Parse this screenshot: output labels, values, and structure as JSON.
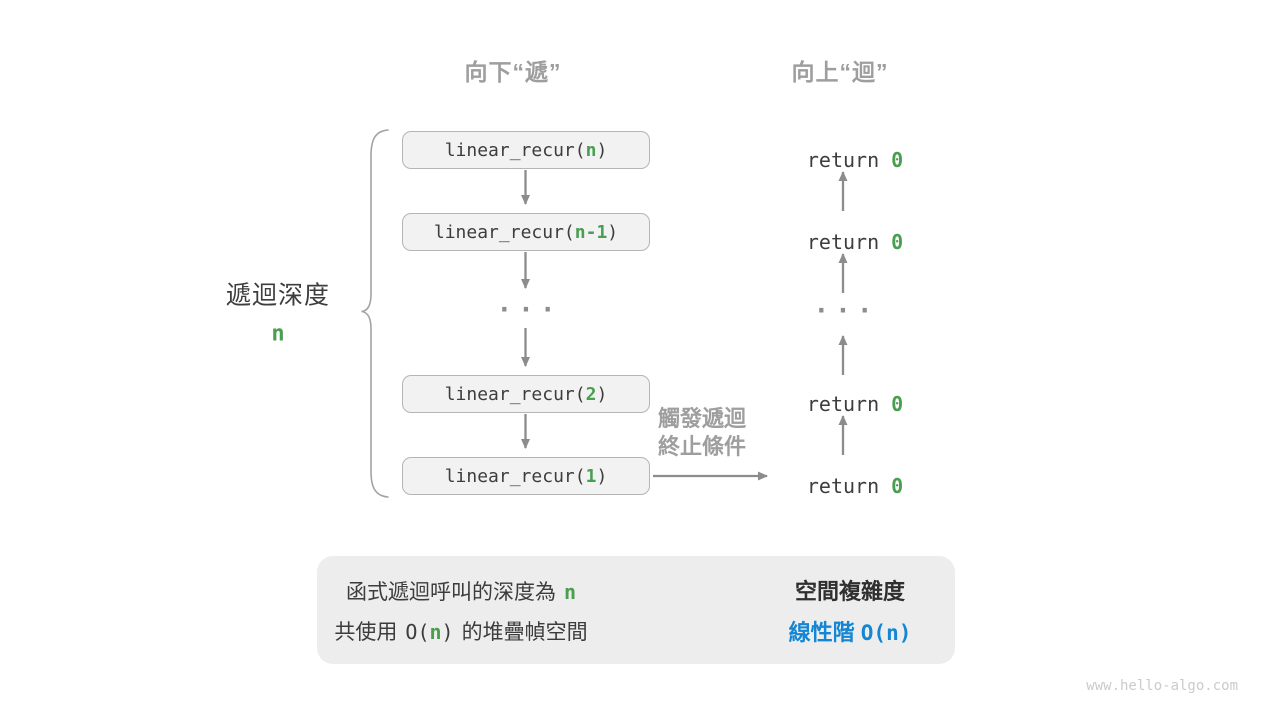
{
  "colors": {
    "green": "#4a9e50",
    "blue": "#1586d3",
    "gray_label": "#9e9e9e",
    "arrow_gray": "#8c8c8c",
    "dark_text": "#3d3d3d",
    "box_fill": "#f2f2f2",
    "box_border": "#b5b5b5",
    "summary_fill": "#ededed",
    "watermark_gray": "#cbcbcb"
  },
  "headers": {
    "descend": "向下“遞”",
    "ascend": "向上“迴”"
  },
  "depth_label": {
    "text": "遞迴深度",
    "value": "n"
  },
  "call_stack": {
    "boxes": [
      {
        "prefix": "linear_recur(",
        "arg": "n",
        "suffix": ")"
      },
      {
        "prefix": "linear_recur(",
        "arg": "n-1",
        "suffix": ")"
      },
      {
        "prefix": "linear_recur(",
        "arg": "2",
        "suffix": ")"
      },
      {
        "prefix": "linear_recur(",
        "arg": "1",
        "suffix": ")"
      }
    ],
    "ellipsis": "···"
  },
  "returns": {
    "items": [
      {
        "prefix": "return ",
        "value": "0"
      },
      {
        "prefix": "return ",
        "value": "0"
      },
      {
        "prefix": "return ",
        "value": "0"
      },
      {
        "prefix": "return ",
        "value": "0"
      }
    ],
    "ellipsis": "···"
  },
  "base_case_label": {
    "line1": "觸發遞迴",
    "line2": "終止條件"
  },
  "summary": {
    "left_line1_pre": "函式遞迴呼叫的深度為",
    "left_line1_n": "n",
    "left_line2_pre": "共使用",
    "left_line2_code_open": "O(",
    "left_line2_n": "n",
    "left_line2_code_close": ")",
    "left_line2_post": "的堆疊幀空間",
    "right_title": "空間複雜度",
    "right_value_label": "線性階",
    "right_value_code": "O(n)"
  },
  "watermark": "www.hello-algo.com"
}
